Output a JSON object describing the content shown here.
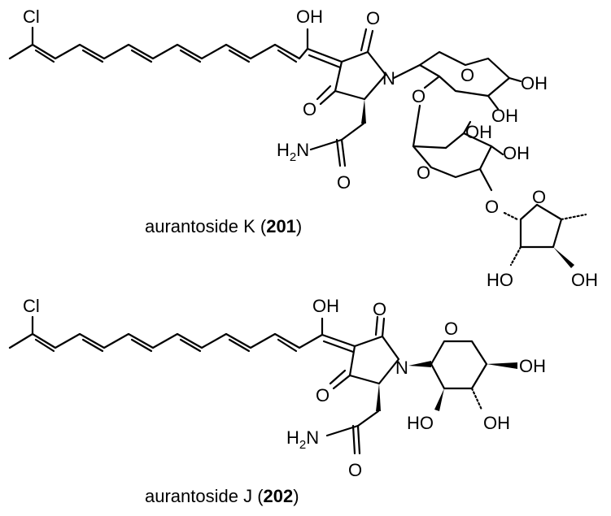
{
  "figure": {
    "structures": [
      {
        "caption_name": "aurantoside K (",
        "caption_number": "201",
        "caption_close": ")",
        "atom_labels": {
          "cl": "Cl",
          "oh_enol": "OH",
          "o_lactam": "O",
          "n": "N",
          "o_ketone": "O",
          "h2n": "H",
          "h2n_sub": "2",
          "h2n_n": "N",
          "o_amide": "O",
          "o_ring1": "O",
          "oh_ring1_c4": "OH",
          "oh_ring1_c3": "OH",
          "o_link1": "O",
          "o_ring2": "O",
          "oh_ring2_a": "OH",
          "oh_ring2_b": "OH",
          "o_link2": "O",
          "o_ring3": "O",
          "ho_ring3": "HO",
          "oh_ring3": "OH"
        }
      },
      {
        "caption_name": "aurantoside J (",
        "caption_number": "202",
        "caption_close": ")",
        "atom_labels": {
          "cl": "Cl",
          "oh_enol": "OH",
          "o_lactam": "O",
          "n": "N",
          "o_ketone": "O",
          "h2n": "H",
          "h2n_sub": "2",
          "h2n_n": "N",
          "o_amide": "O",
          "o_ring": "O",
          "oh_right": "OH",
          "ho_left": "HO",
          "oh_bottom": "OH"
        }
      }
    ]
  }
}
